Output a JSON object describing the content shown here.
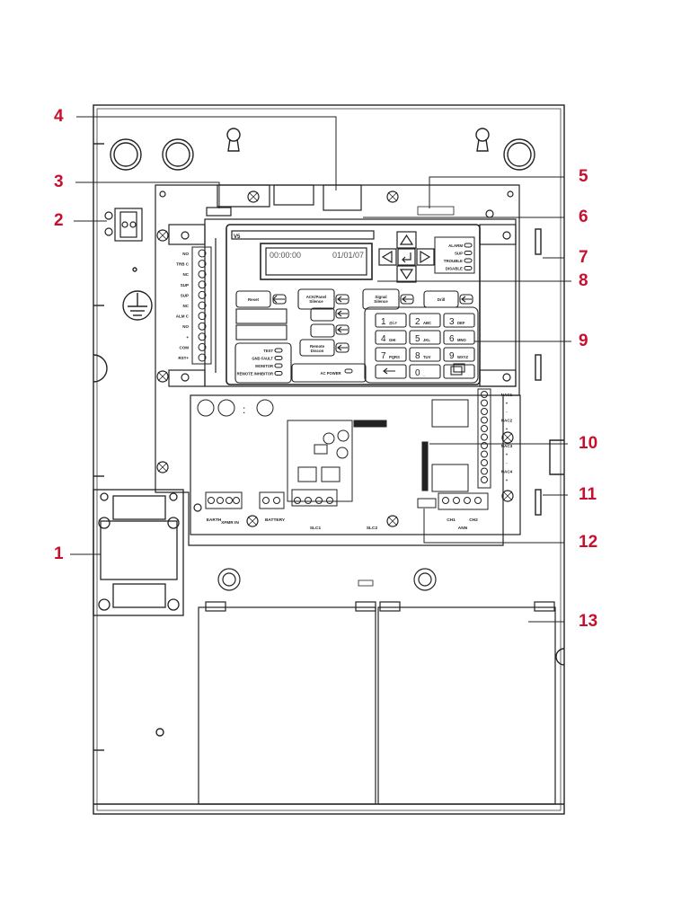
{
  "colors": {
    "callout": "#c8102e",
    "line": "#222222",
    "panel_fill": "#ffffff"
  },
  "callouts": [
    {
      "number": "1"
    },
    {
      "number": "2"
    },
    {
      "number": "3"
    },
    {
      "number": "4"
    },
    {
      "number": "5"
    },
    {
      "number": "6"
    },
    {
      "number": "7"
    },
    {
      "number": "8"
    },
    {
      "number": "9"
    },
    {
      "number": "10"
    },
    {
      "number": "11"
    },
    {
      "number": "12"
    },
    {
      "number": "13"
    }
  ],
  "panel": {
    "model_label": "V5",
    "lcd": {
      "time": "00:00:00",
      "date": "01/01/07"
    },
    "leds": [
      "ALARM",
      "SUP",
      "TROUBLE",
      "DISABLE"
    ],
    "lower_leds": [
      "TEST",
      "GND FAULT",
      "MONITOR",
      "REMOTE INHIBITOR"
    ],
    "power_label": "AC POWER",
    "buttons": {
      "reset": "Reset",
      "ack": "ACK/Panel Silence",
      "signal": "Signal Silence",
      "drill": "Drill",
      "remote": "Remote Discon"
    },
    "keypad": [
      {
        "num": "1",
        "letters": "@/.#"
      },
      {
        "num": "2",
        "letters": "ABC"
      },
      {
        "num": "3",
        "letters": "DEF"
      },
      {
        "num": "4",
        "letters": "GHI"
      },
      {
        "num": "5",
        "letters": "JKL"
      },
      {
        "num": "6",
        "letters": "MNO"
      },
      {
        "num": "7",
        "letters": "PQRS"
      },
      {
        "num": "8",
        "letters": "TUV"
      },
      {
        "num": "9",
        "letters": "WXYZ"
      },
      {
        "num": "",
        "letters": ""
      },
      {
        "num": "0",
        "letters": "_"
      },
      {
        "num": "",
        "letters": ""
      }
    ]
  },
  "terminals": {
    "left": [
      "NO",
      "TRB C",
      "NC",
      "SUP",
      "SUP",
      "NC",
      "ALM C",
      "NO",
      "+",
      "COM",
      "RST+"
    ],
    "right": [
      "NAC1",
      "+",
      "-",
      "NAC2",
      "+",
      "-",
      "NAC3",
      "+",
      "-",
      "NAC4",
      "+"
    ],
    "bottom": [
      "EARTH",
      "XFMR IN",
      "BATTERY",
      "SLC1",
      "SLC2",
      "CH1",
      "CH2",
      "ANN"
    ]
  }
}
